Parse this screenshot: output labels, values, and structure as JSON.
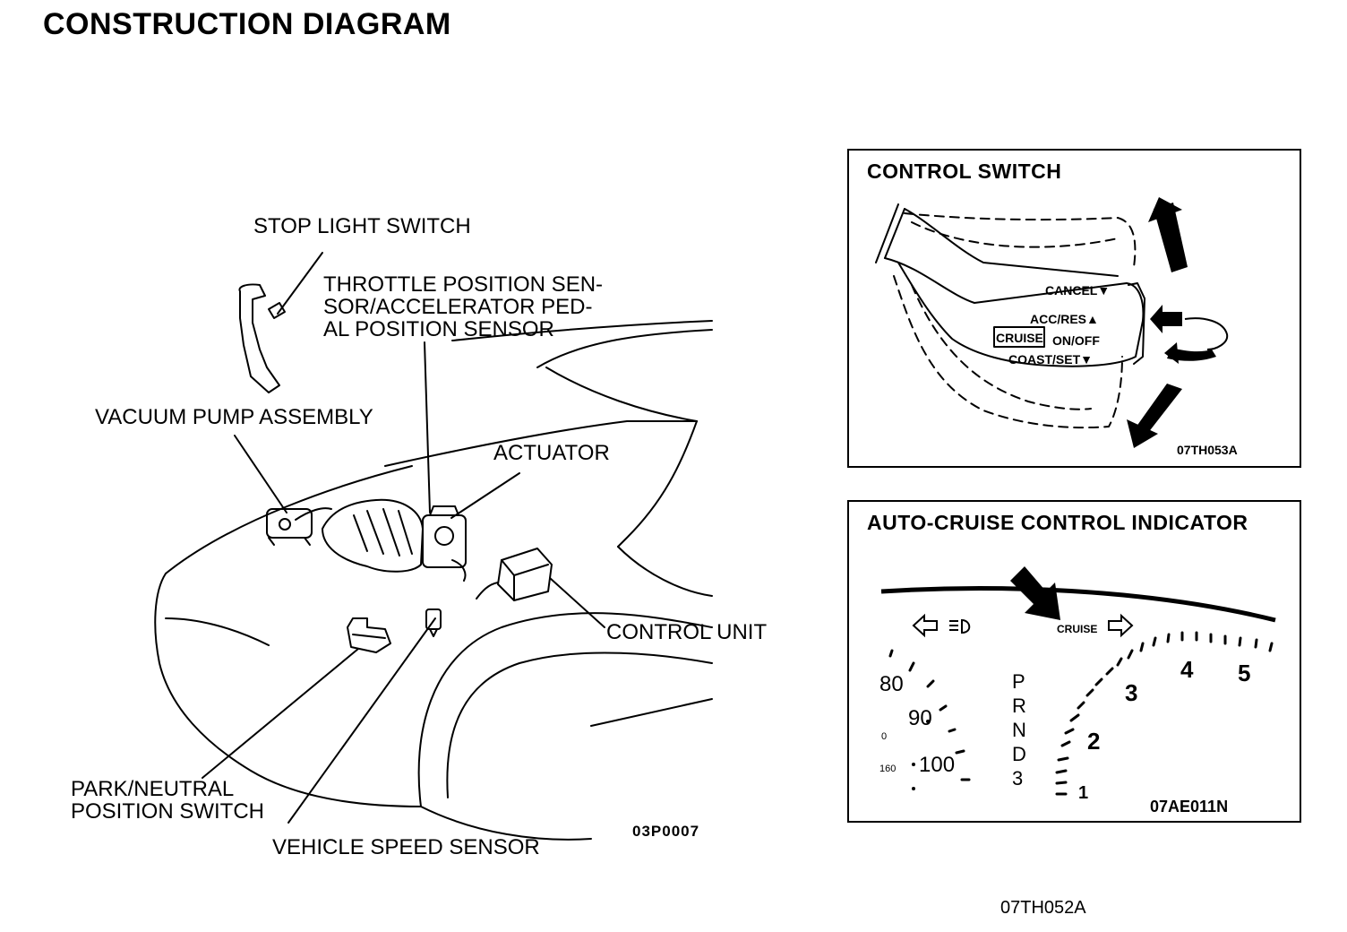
{
  "title": "CONSTRUCTION DIAGRAM",
  "main_diagram": {
    "labels": {
      "stop_light_switch": "STOP LIGHT SWITCH",
      "tps_line1": "THROTTLE POSITION SEN-",
      "tps_line2": "SOR/ACCELERATOR  PED-",
      "tps_line3": "AL POSITION SENSOR",
      "vacuum_pump": "VACUUM PUMP ASSEMBLY",
      "actuator": "ACTUATOR",
      "control_unit": "CONTROL UNIT",
      "park_neutral_line1": "PARK/NEUTRAL",
      "park_neutral_line2": "POSITION SWITCH",
      "vehicle_speed_sensor": "VEHICLE SPEED SENSOR"
    },
    "figure_code": "03P0007"
  },
  "control_switch": {
    "title": "CONTROL  SWITCH",
    "cancel": "CANCEL▼",
    "acc_res": "ACC/RES▲",
    "cruise": "CRUISE",
    "on_off": "ON/OFF",
    "coast_set": "COAST/SET▼",
    "figure_code": "07TH053A"
  },
  "indicator": {
    "title": "AUTO-CRUISE  CONTROL  INDICATOR",
    "cruise_label": "CRUISE",
    "speed_80": "80",
    "speed_90": "90",
    "speed_100": "100",
    "small_0": "0",
    "small_160": "160",
    "gear_p": "P",
    "gear_r": "R",
    "gear_n": "N",
    "gear_d": "D",
    "gear_3": "3",
    "tach_1": "1",
    "tach_2": "2",
    "tach_3": "3",
    "tach_4": "4",
    "tach_5": "5",
    "figure_code": "07AE011N"
  },
  "page_code": "07TH052A"
}
